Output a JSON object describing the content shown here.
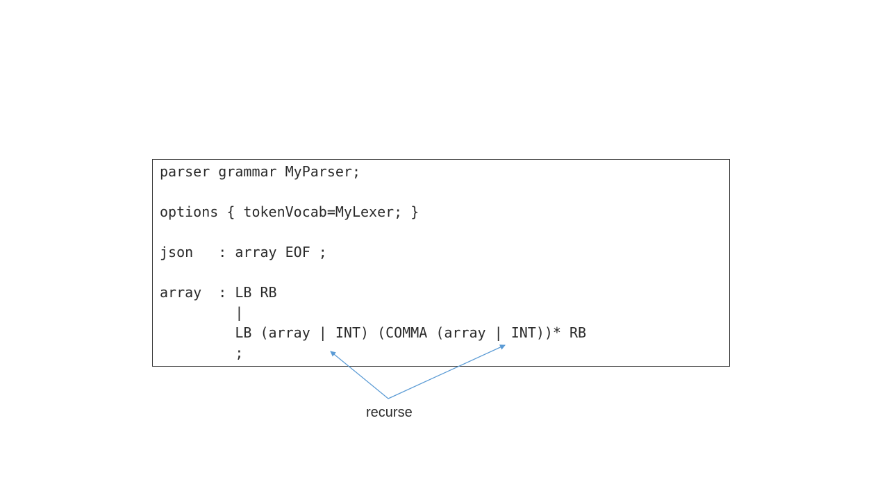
{
  "code": {
    "lines": [
      "parser grammar MyParser;",
      "options { tokenVocab=MyLexer; }",
      "json   : array EOF ;",
      "array  : LB RB",
      "         |",
      "         LB (array | INT) (COMMA (array | INT))* RB",
      "         ;"
    ]
  },
  "annotation": {
    "label": "recurse",
    "arrow_color": "#5b9bd5"
  }
}
